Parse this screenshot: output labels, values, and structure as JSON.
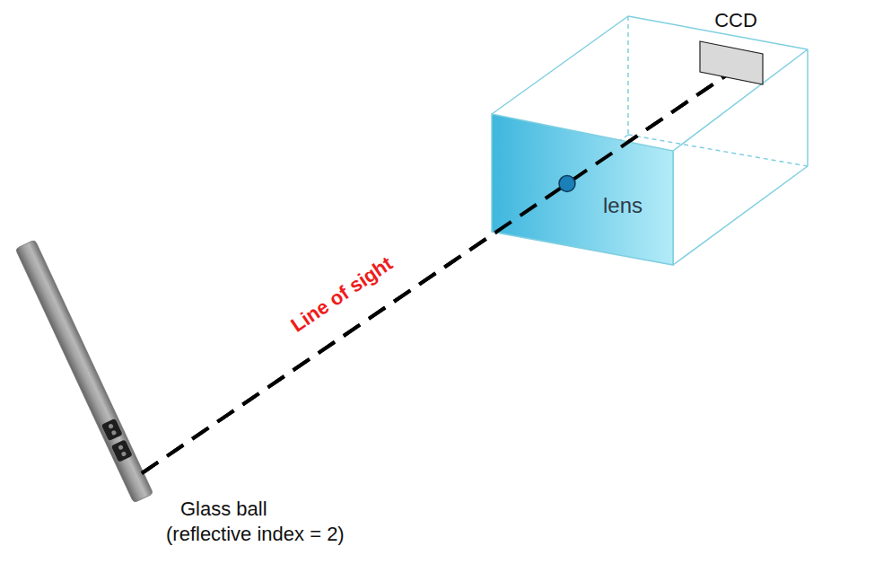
{
  "diagram": {
    "nodes": [
      {
        "text": [
          "lens"
        ]
      },
      {
        "text": [
          "CCD"
        ]
      }
    ],
    "labels": [
      "Line of sight",
      "Glass ball (reflective index = 2)"
    ]
  }
}
